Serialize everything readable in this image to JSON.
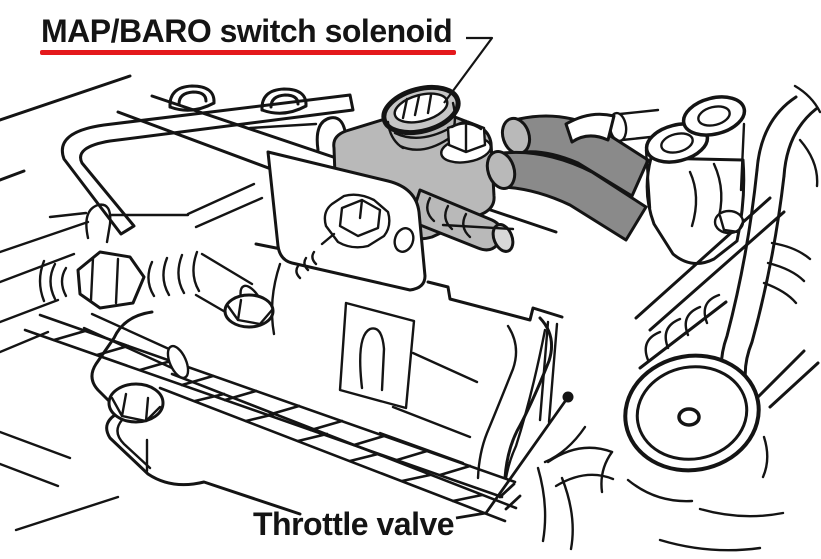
{
  "figure": {
    "kind": "engine-service-manual-line-art",
    "callouts": {
      "map_baro": {
        "label": "MAP/BARO switch solenoid",
        "emphasized": true
      },
      "throttle": {
        "label": "Throttle valve",
        "emphasized": false
      }
    }
  },
  "colors": {
    "line": "#141414",
    "background": "#ffffff",
    "underline_red": "#e4191c",
    "solenoid_gray": "#b9b9b9",
    "connector_gray": "#c6c6c6",
    "hose_dark_gray": "#8a8a8a",
    "tip_gray": "#d8d8d8"
  }
}
